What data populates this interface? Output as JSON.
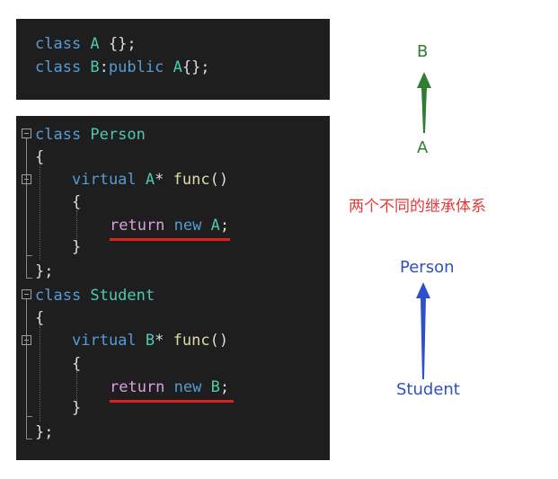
{
  "top_code": {
    "line1": {
      "kw": "class",
      "name": " A ",
      "rest": "{};"
    },
    "line2": {
      "kw": "class",
      "name": " B",
      "colon": ":",
      "kw2": "public",
      "name2": " A",
      "rest": "{};"
    }
  },
  "main_code": {
    "person_class": {
      "kw": "class",
      "name": " Person"
    },
    "person_open": "{",
    "person_func": {
      "kw": "virtual",
      "type": " A",
      "star": "* ",
      "fn": "func",
      "parens": "()"
    },
    "person_body_open": "{",
    "person_return": {
      "ret": "return",
      "kw": " new",
      "type": " A",
      "semi": ";"
    },
    "person_body_close": "}",
    "person_close": "};",
    "student_class": {
      "kw": "class",
      "name": " Student"
    },
    "student_open": "{",
    "student_func": {
      "kw": "virtual",
      "type": " B",
      "star": "* ",
      "fn": "func",
      "parens": "()"
    },
    "student_body_open": "{",
    "student_return": {
      "ret": "return",
      "kw": " new",
      "type": " B",
      "semi": ";"
    },
    "student_body_close": "}",
    "student_close": "};"
  },
  "diagram": {
    "hierarchy1": {
      "top": "B",
      "bottom": "A",
      "color": "#2e7d32"
    },
    "note": "两个不同的继承体系",
    "note_color": "#e53935",
    "hierarchy2": {
      "top": "Person",
      "bottom": "Student",
      "color": "#3050c8"
    }
  }
}
